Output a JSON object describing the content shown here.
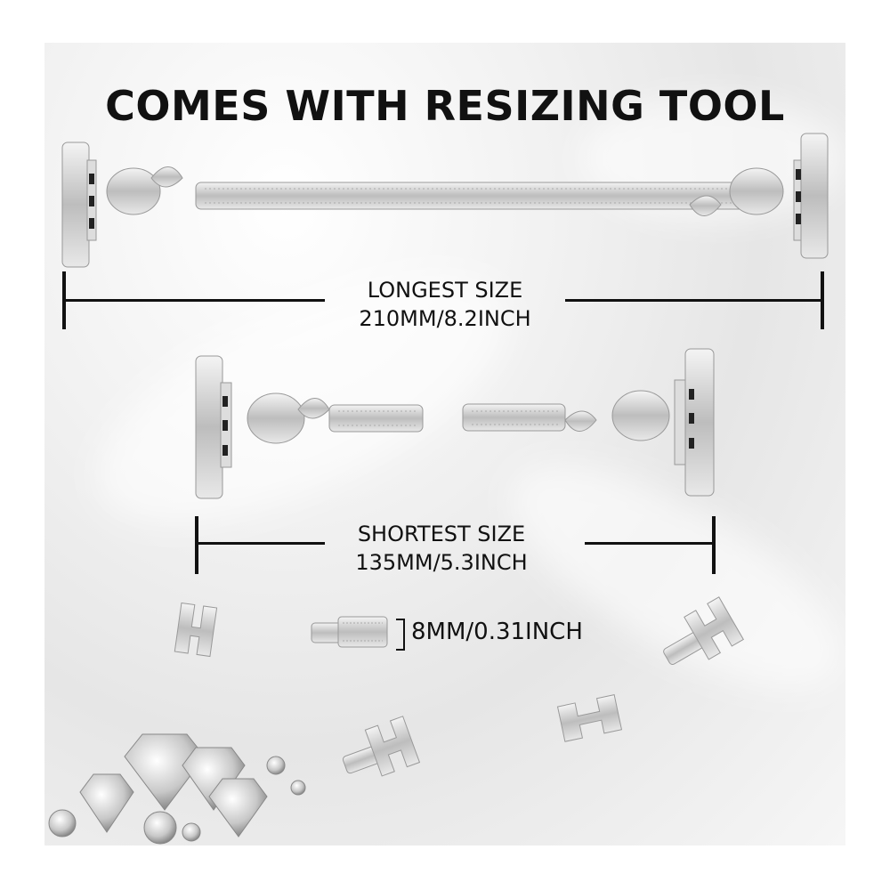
{
  "title": "COMES WITH RESIZING TOOL",
  "longest": {
    "label": "LONGEST SIZE",
    "value": "210MM/8.2INCH"
  },
  "shortest": {
    "label": "SHORTEST SIZE",
    "value": "135MM/5.3INCH"
  },
  "link": {
    "value": "8MM/0.31INCH"
  },
  "colors": {
    "text": "#111111",
    "metal": "#c9c9c9",
    "background": "#ececec"
  },
  "icons": [
    "watch-band-long",
    "watch-band-short-left",
    "watch-band-short-right",
    "spare-link-icon",
    "diamond-cluster"
  ]
}
